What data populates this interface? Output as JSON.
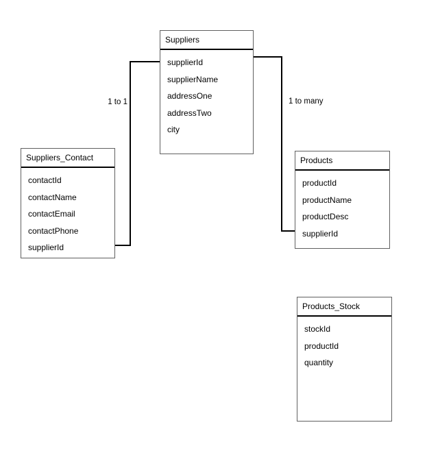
{
  "entities": [
    {
      "title": "Suppliers",
      "fields": [
        "supplierId",
        "supplierName",
        "addressOne",
        "addressTwo",
        "city"
      ]
    },
    {
      "title": "Suppliers_Contact",
      "fields": [
        "contactId",
        "contactName",
        "contactEmail",
        "contactPhone",
        "supplierId"
      ]
    },
    {
      "title": "Products",
      "fields": [
        "productId",
        "productName",
        "productDesc",
        "supplierId"
      ]
    },
    {
      "title": "Products_Stock",
      "fields": [
        "stockId",
        "productId",
        "quantity"
      ]
    }
  ],
  "relationships": [
    {
      "label": "1 to 1",
      "from": "Suppliers",
      "to": "Suppliers_Contact"
    },
    {
      "label": "1 to many",
      "from": "Suppliers",
      "to": "Products"
    }
  ],
  "colors": {
    "background": "#ffffff",
    "entity_border": "#5f5f5f",
    "title_separator": "#000000",
    "connector_line": "#000000",
    "text": "#000000"
  }
}
